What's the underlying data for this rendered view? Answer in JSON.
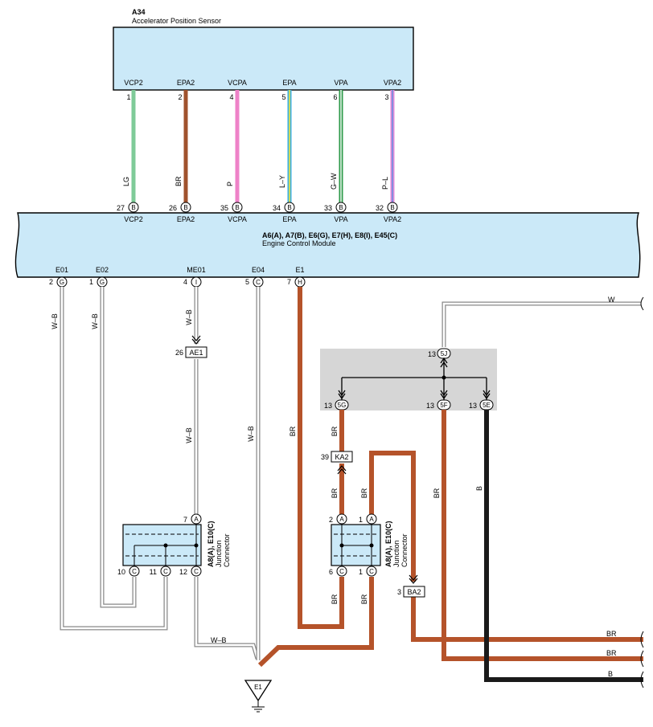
{
  "sensor": {
    "code": "A34",
    "name": "Accelerator Position Sensor",
    "pins": [
      {
        "label": "VCP2",
        "num": "1"
      },
      {
        "label": "EPA2",
        "num": "2"
      },
      {
        "label": "VCPA",
        "num": "4"
      },
      {
        "label": "EPA",
        "num": "5"
      },
      {
        "label": "VPA",
        "num": "6"
      },
      {
        "label": "VPA2",
        "num": "3"
      }
    ]
  },
  "ecm": {
    "codes": "A6(A), A7(B), E6(G), E7(H), E8(I), E45(C)",
    "name": "Engine Control Module",
    "top_pins": [
      {
        "num": "27",
        "letter": "B",
        "label": "VCP2",
        "wire": "LG",
        "color": "#7fcb98"
      },
      {
        "num": "26",
        "letter": "B",
        "label": "EPA2",
        "wire": "BR",
        "color": "#a0522d"
      },
      {
        "num": "35",
        "letter": "B",
        "label": "VCPA",
        "wire": "P",
        "color": "#ee82c8"
      },
      {
        "num": "34",
        "letter": "B",
        "label": "EPA",
        "wire": "L–Y",
        "color": "#3aaee0"
      },
      {
        "num": "33",
        "letter": "B",
        "label": "VPA",
        "wire": "G–W",
        "color": "#2e9a4a"
      },
      {
        "num": "32",
        "letter": "B",
        "label": "VPA2",
        "wire": "P–L",
        "color": "#e38ad8"
      }
    ],
    "bottom_pins": [
      {
        "label": "E01",
        "num": "2",
        "letter": "G"
      },
      {
        "label": "E02",
        "num": "1",
        "letter": "G"
      },
      {
        "label": "ME01",
        "num": "4",
        "letter": "I"
      },
      {
        "label": "E04",
        "num": "5",
        "letter": "C"
      },
      {
        "label": "E1",
        "num": "7",
        "letter": "H"
      }
    ]
  },
  "wires": {
    "w_b": "W–B",
    "br": "BR",
    "b": "B",
    "w": "W"
  },
  "connectors": {
    "ae1": {
      "num": "26",
      "code": "AE1"
    },
    "ka2": {
      "num": "39",
      "code": "KA2"
    },
    "ba2": {
      "num": "3",
      "code": "BA2"
    }
  },
  "junction_block": {
    "in": {
      "num": "13",
      "code": "5J"
    },
    "out": [
      {
        "num": "13",
        "code": "5G"
      },
      {
        "num": "13",
        "code": "5F"
      },
      {
        "num": "13",
        "code": "5E"
      }
    ]
  },
  "jc_left": {
    "code": "A8(A), E10(C)",
    "name1": "Junction",
    "name2": "Connector",
    "top_pin": {
      "num": "7",
      "letter": "A"
    },
    "bottom_pins": [
      {
        "num": "10",
        "letter": "C"
      },
      {
        "num": "11",
        "letter": "C"
      },
      {
        "num": "12",
        "letter": "C"
      }
    ]
  },
  "jc_right": {
    "code": "A8(A), E10(C)",
    "name1": "Junction",
    "name2": "Connector",
    "top_pins": [
      {
        "num": "2",
        "letter": "A"
      },
      {
        "num": "1",
        "letter": "A"
      }
    ],
    "bottom_pins": [
      {
        "num": "6",
        "letter": "C"
      },
      {
        "num": "1",
        "letter": "C"
      }
    ]
  },
  "ground": "E1",
  "right_edge_labels": [
    "W",
    "BR",
    "BR",
    "B"
  ],
  "colors": {
    "component_fill": "#cbe9f8",
    "junction_fill": "#d6d6d6",
    "brown": "#b5532a",
    "black": "#1a1a1a"
  }
}
